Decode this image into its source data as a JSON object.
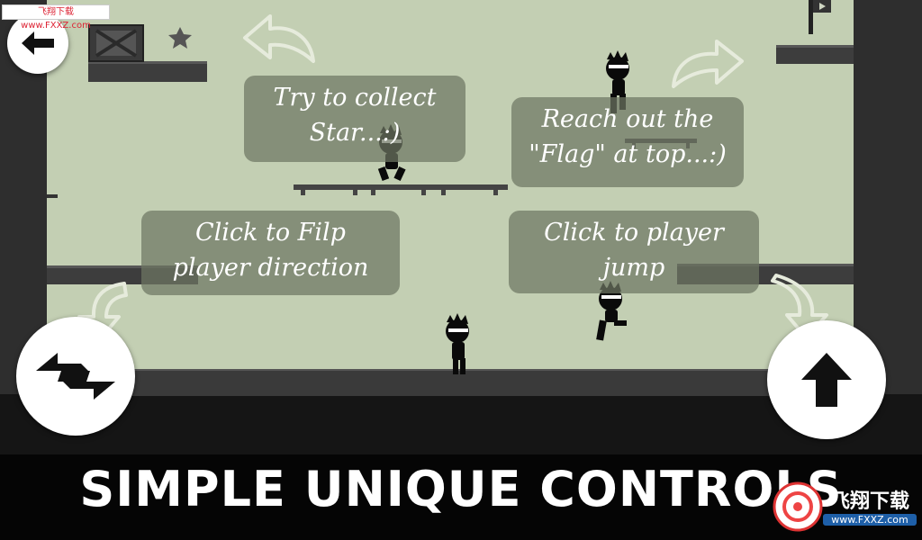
{
  "tips": {
    "collect_star": {
      "line1": "Try to collect",
      "line2": "Star...:)"
    },
    "reach_flag": {
      "line1": "Reach out the",
      "line2": "\"Flag\" at top...:)"
    },
    "flip_direction": {
      "line1": "Click to Filp",
      "line2": "player direction"
    },
    "jump": {
      "line1": "Click to player",
      "line2": "jump"
    }
  },
  "banner": {
    "title": "SIMPLE UNIQUE CONTROLS"
  },
  "watermark": {
    "top_left": "飞翔下载 www.FXXZ.com",
    "bottom_right_name": "飞翔下载",
    "bottom_right_url": "www.FXXZ.com"
  },
  "icons": {
    "back": "arrow-left-icon",
    "flip": "swap-arrows-icon",
    "jump": "arrow-up-icon",
    "star": "star-icon",
    "flag": "flag-icon",
    "crate": "crate-icon"
  },
  "colors": {
    "playfield": "#c3cfb3",
    "wall": "#2e2e2e",
    "tip_bg": "#6e7662",
    "button": "#ffffff",
    "banner_text": "#ffffff"
  }
}
